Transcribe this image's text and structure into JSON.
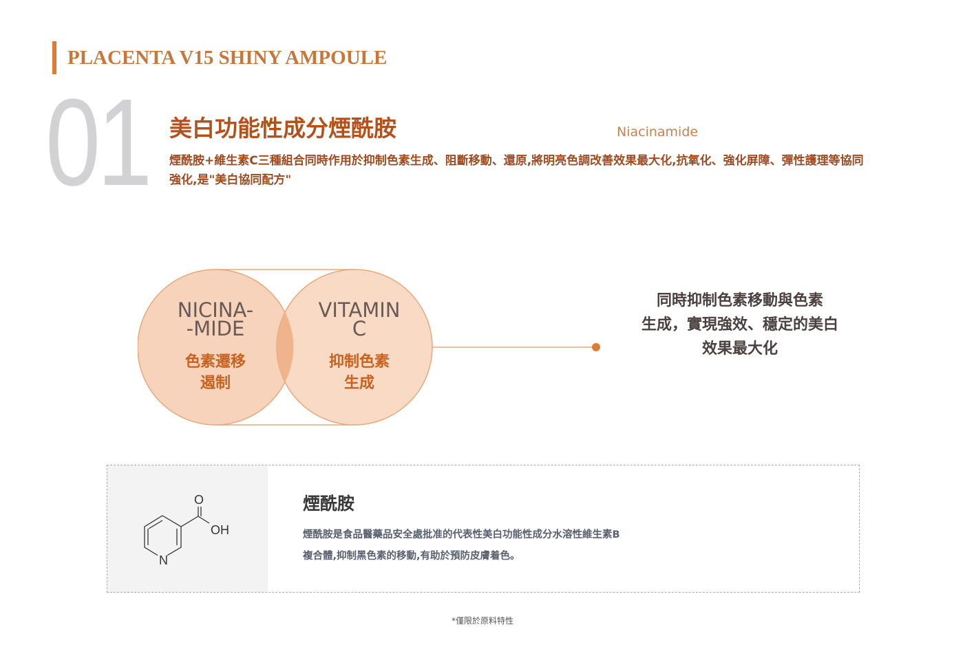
{
  "header": {
    "brand": "PLACENTA V15 SHINY AMPOULE"
  },
  "section": {
    "number": "01",
    "title": "美白功能性成分煙酰胺",
    "english": "Niacinamide",
    "description": "煙酰胺+維生素C三種組合同時作用於抑制色素生成、阻斷移動、還原,將明亮色調改善效果最大化,抗氧化、強化屏障、彈性護理等協同強化,是\"美白協同配方\""
  },
  "diagram": {
    "left": {
      "title_lines": [
        "NICINA-",
        "-MIDE"
      ],
      "label_lines": [
        "色素遷移",
        "遏制"
      ]
    },
    "right": {
      "title_lines": [
        "VITAMIN",
        "C"
      ],
      "label_lines": [
        "抑制色素",
        "生成"
      ]
    },
    "result_lines": [
      "同時抑制色素移動與色素",
      "生成，實現強效、穩定的美白",
      "效果最大化"
    ],
    "colors": {
      "fill": "#f7d3bb",
      "overlap": "#efb48c",
      "stroke": "#e8a878",
      "accent": "#e07a35"
    }
  },
  "ingredient": {
    "molecule_labels": {
      "o": "O",
      "oh": "OH",
      "n": "N"
    },
    "name": "煙酰胺",
    "desc_lines": [
      "煙酰胺是食品醫藥品安全處批准的代表性美白功能性成分水溶性維生素B",
      "複合體,抑制黑色素的移動,有助於預防皮膚着色。"
    ]
  },
  "footnote": "*僅限於原料特性"
}
